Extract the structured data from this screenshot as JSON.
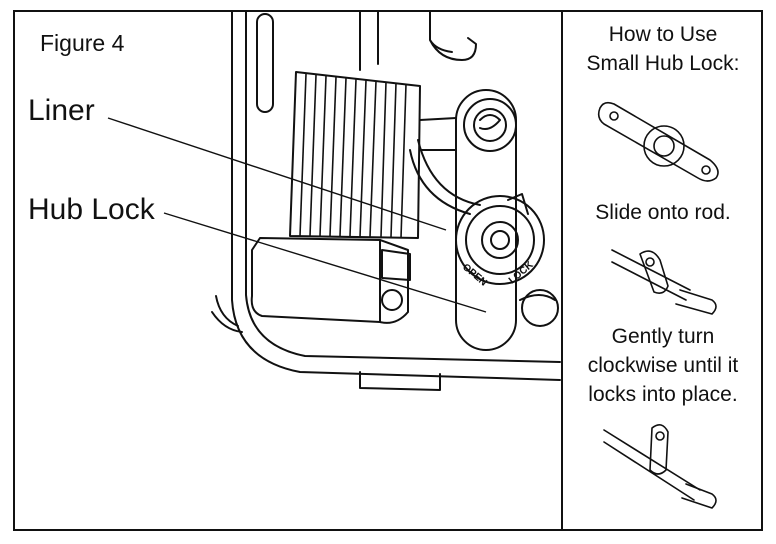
{
  "figure_label": "Figure 4",
  "callouts": {
    "liner": "Liner",
    "hub_lock": "Hub Lock"
  },
  "instructions": {
    "title_line1": "How to Use",
    "title_line2": "Small Hub Lock:",
    "step1": "Slide onto rod.",
    "step2_line1": "Gently turn",
    "step2_line2": "clockwise until it",
    "step2_line3": "locks into place."
  },
  "hub_markings": {
    "left": "OPEN",
    "right": "LOCK"
  },
  "colors": {
    "ink": "#111111",
    "background": "#ffffff"
  }
}
